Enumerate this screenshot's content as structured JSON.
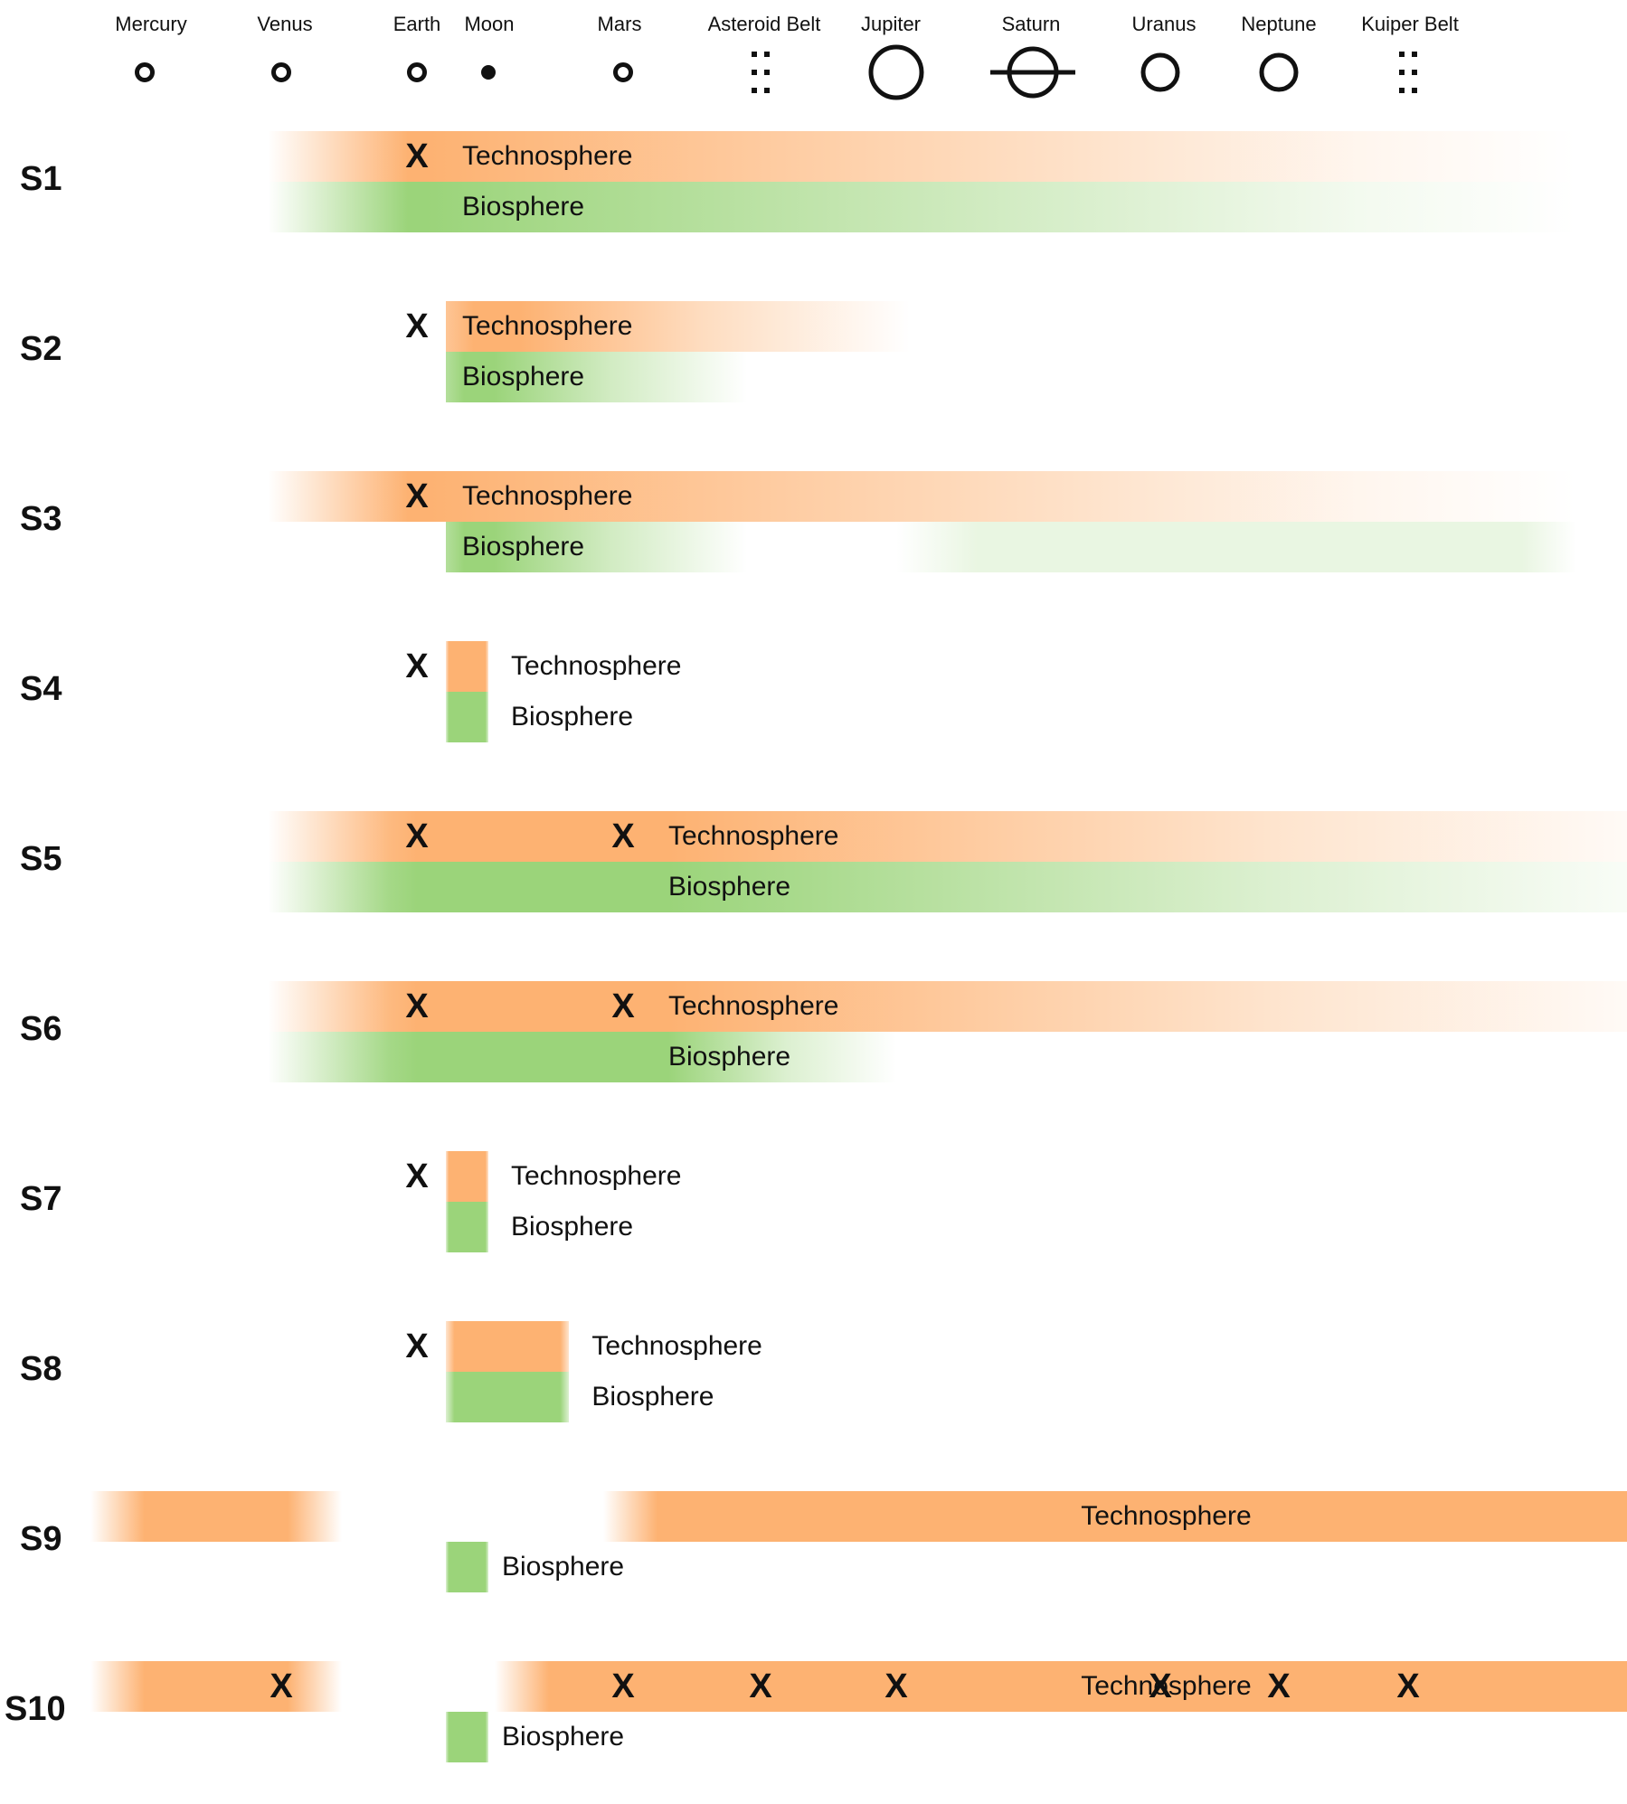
{
  "colors": {
    "technosphere": "#fdb272",
    "biosphere": "#9bd47a",
    "ink": "#111111"
  },
  "bodies": [
    {
      "key": "mercury",
      "label": "Mercury",
      "icon": "small-ring-icon"
    },
    {
      "key": "venus",
      "label": "Venus",
      "icon": "small-ring-icon"
    },
    {
      "key": "earth",
      "label": "Earth",
      "icon": "small-ring-icon"
    },
    {
      "key": "moon",
      "label": "Moon",
      "icon": "filled-dot-icon"
    },
    {
      "key": "mars",
      "label": "Mars",
      "icon": "small-ring-icon"
    },
    {
      "key": "asteroid-belt",
      "label": "Asteroid Belt",
      "icon": "dotted-belt-icon"
    },
    {
      "key": "jupiter",
      "label": "Jupiter",
      "icon": "large-ring-icon"
    },
    {
      "key": "saturn",
      "label": "Saturn",
      "icon": "ringed-planet-icon"
    },
    {
      "key": "uranus",
      "label": "Uranus",
      "icon": "medium-ring-icon"
    },
    {
      "key": "neptune",
      "label": "Neptune",
      "icon": "medium-ring-icon"
    },
    {
      "key": "kuiper-belt",
      "label": "Kuiper Belt",
      "icon": "dotted-belt-icon"
    }
  ],
  "scenarios": [
    {
      "label": "S1",
      "tech": {
        "label": "Technosphere",
        "segments": [
          {
            "from": 0.9,
            "to": 11.3,
            "profile": "earth-peak"
          }
        ],
        "x_marks": [
          2
        ]
      },
      "bio": {
        "label": "Biosphere",
        "segments": [
          {
            "from": 0.9,
            "to": 11.3,
            "profile": "earth-peak"
          }
        ]
      }
    },
    {
      "label": "S2",
      "tech": {
        "label": "Technosphere",
        "segments": [
          {
            "from": 2.4,
            "to": 6.1,
            "profile": "fade-right"
          }
        ],
        "x_marks": [
          2
        ]
      },
      "bio": {
        "label": "Biosphere",
        "segments": [
          {
            "from": 2.4,
            "to": 4.9,
            "profile": "fade-right"
          }
        ]
      }
    },
    {
      "label": "S3",
      "tech": {
        "label": "Technosphere",
        "segments": [
          {
            "from": 0.9,
            "to": 11.3,
            "profile": "earth-peak"
          }
        ],
        "x_marks": [
          2
        ]
      },
      "bio": {
        "label": "Biosphere",
        "segments": [
          {
            "from": 2.4,
            "to": 4.9,
            "profile": "fade-right"
          },
          {
            "from": 6.0,
            "to": 11.3,
            "profile": "faint"
          }
        ]
      }
    },
    {
      "label": "S4",
      "tech": {
        "label": "Technosphere",
        "segments": [
          {
            "from": 2.4,
            "to": 3.0,
            "profile": "solid"
          }
        ],
        "x_marks": [
          2
        ]
      },
      "bio": {
        "label": "Biosphere",
        "segments": [
          {
            "from": 2.4,
            "to": 3.0,
            "profile": "solid"
          }
        ]
      }
    },
    {
      "label": "S5",
      "tech": {
        "label": "Technosphere",
        "segments": [
          {
            "from": 0.9,
            "to": 12.3,
            "profile": "core-peak"
          }
        ],
        "x_marks": [
          2,
          4
        ]
      },
      "bio": {
        "label": "Biosphere",
        "segments": [
          {
            "from": 0.9,
            "to": 12.3,
            "profile": "core-peak"
          }
        ]
      }
    },
    {
      "label": "S6",
      "tech": {
        "label": "Technosphere",
        "segments": [
          {
            "from": 0.9,
            "to": 12.3,
            "profile": "core-peak"
          }
        ],
        "x_marks": [
          2,
          4
        ]
      },
      "bio": {
        "label": "Biosphere",
        "segments": [
          {
            "from": 0.9,
            "to": 6.0,
            "profile": "core-peak"
          }
        ]
      }
    },
    {
      "label": "S7",
      "tech": {
        "label": "Technosphere",
        "segments": [
          {
            "from": 2.4,
            "to": 3.0,
            "profile": "solid"
          }
        ],
        "x_marks": [
          2
        ]
      },
      "bio": {
        "label": "Biosphere",
        "segments": [
          {
            "from": 2.4,
            "to": 3.0,
            "profile": "solid"
          }
        ]
      }
    },
    {
      "label": "S8",
      "tech": {
        "label": "Technosphere",
        "segments": [
          {
            "from": 2.4,
            "to": 3.6,
            "profile": "solid"
          }
        ],
        "x_marks": [
          2
        ]
      },
      "bio": {
        "label": "Biosphere",
        "segments": [
          {
            "from": 2.4,
            "to": 3.6,
            "profile": "solid"
          }
        ]
      }
    },
    {
      "label": "S9",
      "tech": {
        "label": "Technosphere",
        "segments": [
          {
            "from": -0.4,
            "to": 1.45,
            "profile": "soft-ends"
          },
          {
            "from": 3.85,
            "to": 12.3,
            "profile": "soft-ends"
          }
        ],
        "x_marks": []
      },
      "bio": {
        "label": "Biosphere",
        "segments": [
          {
            "from": 2.4,
            "to": 3.0,
            "profile": "solid"
          }
        ]
      }
    },
    {
      "label": "S10",
      "tech": {
        "label": "Technosphere",
        "segments": [
          {
            "from": -0.4,
            "to": 1.45,
            "profile": "soft-ends"
          },
          {
            "from": 3.05,
            "to": 12.3,
            "profile": "soft-ends"
          }
        ],
        "x_marks": [
          1,
          4,
          5,
          6,
          8,
          9,
          10
        ]
      },
      "bio": {
        "label": "Biosphere",
        "segments": [
          {
            "from": 2.4,
            "to": 3.0,
            "profile": "solid"
          }
        ]
      }
    }
  ]
}
